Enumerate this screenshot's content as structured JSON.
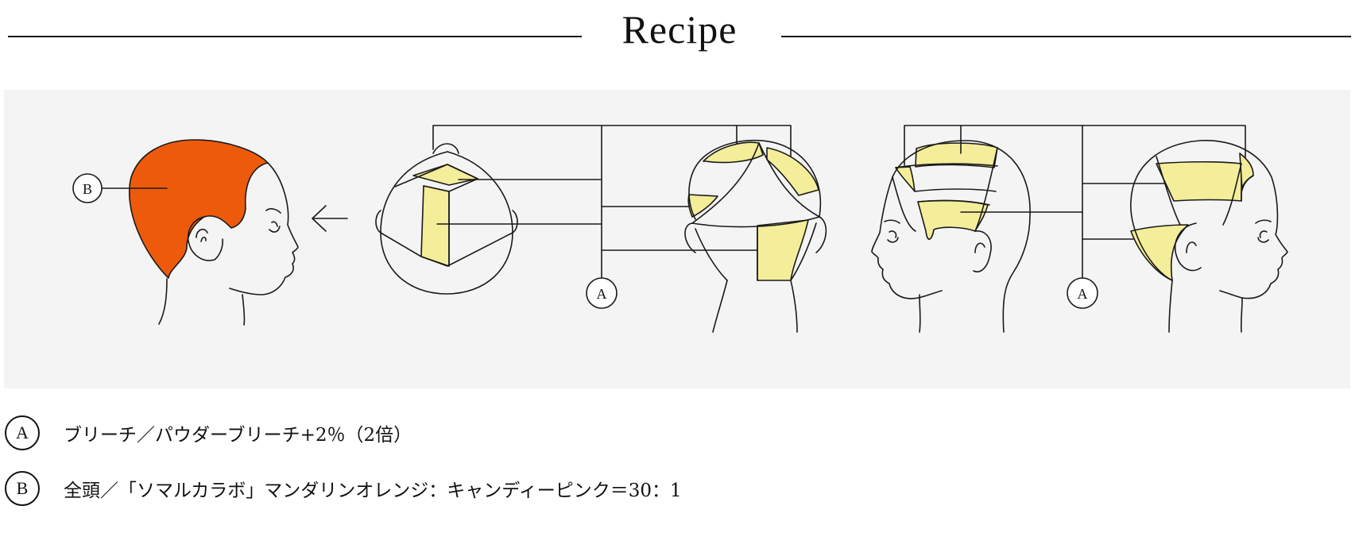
{
  "header": {
    "title": "Recipe"
  },
  "diagram": {
    "markers": {
      "a": "A",
      "b": "B"
    },
    "colors": {
      "b_zone": "#ee5a0b",
      "a_zone": "#f4ed9a",
      "line": "#1a1a1a",
      "panel_bg": "#f4f4f4"
    },
    "arrow_icon": "left-arrow"
  },
  "legend": [
    {
      "marker": "A",
      "text": "ブリーチ／パウダーブリーチ+2％（2倍）"
    },
    {
      "marker": "B",
      "text": "全頭／「ソマルカラボ」マンダリンオレンジ：キャンディーピンク＝30：1"
    }
  ]
}
